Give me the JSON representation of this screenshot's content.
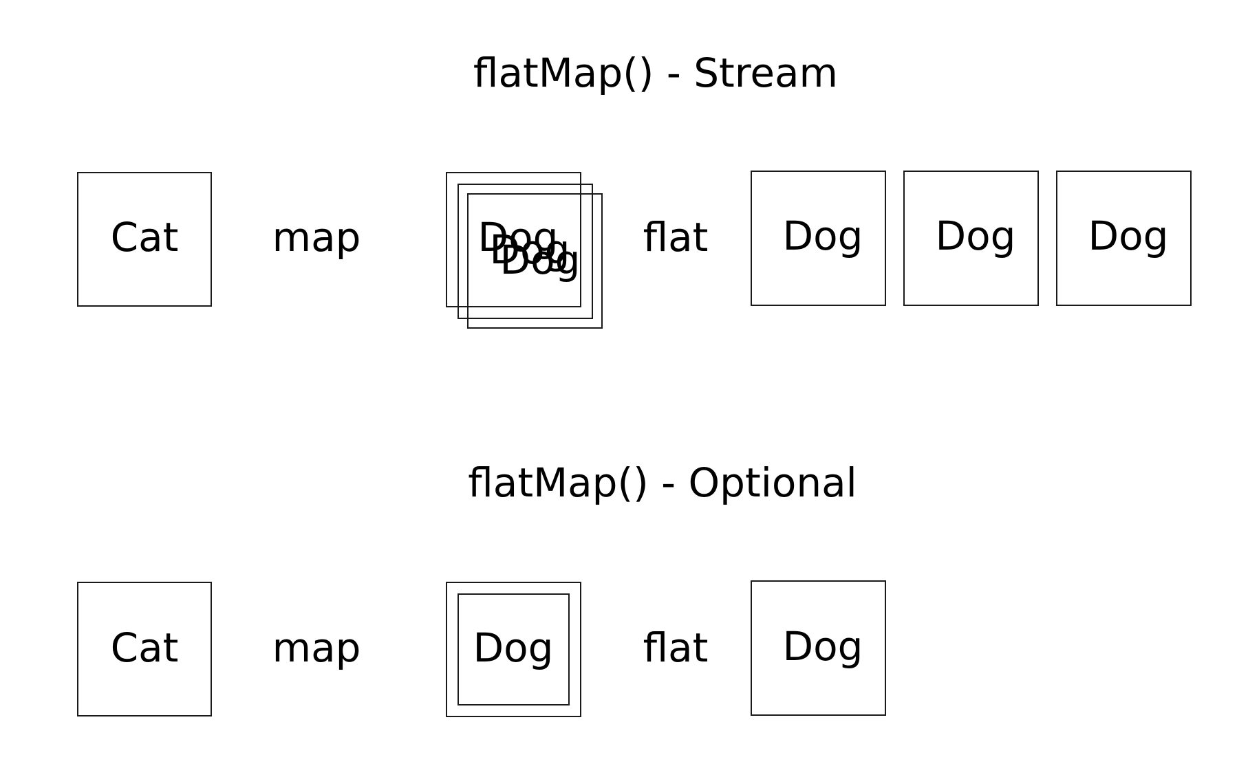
{
  "stream": {
    "title": "flatMap() - Stream",
    "input": "Cat",
    "map_label": "map",
    "nested": [
      "Dog",
      "Dog",
      "Dog"
    ],
    "flat_label": "flat",
    "output": [
      "Dog",
      "Dog",
      "Dog"
    ]
  },
  "optional": {
    "title": "flatMap() - Optional",
    "input": "Cat",
    "map_label": "map",
    "nested": "Dog",
    "flat_label": "flat",
    "output": "Dog"
  }
}
